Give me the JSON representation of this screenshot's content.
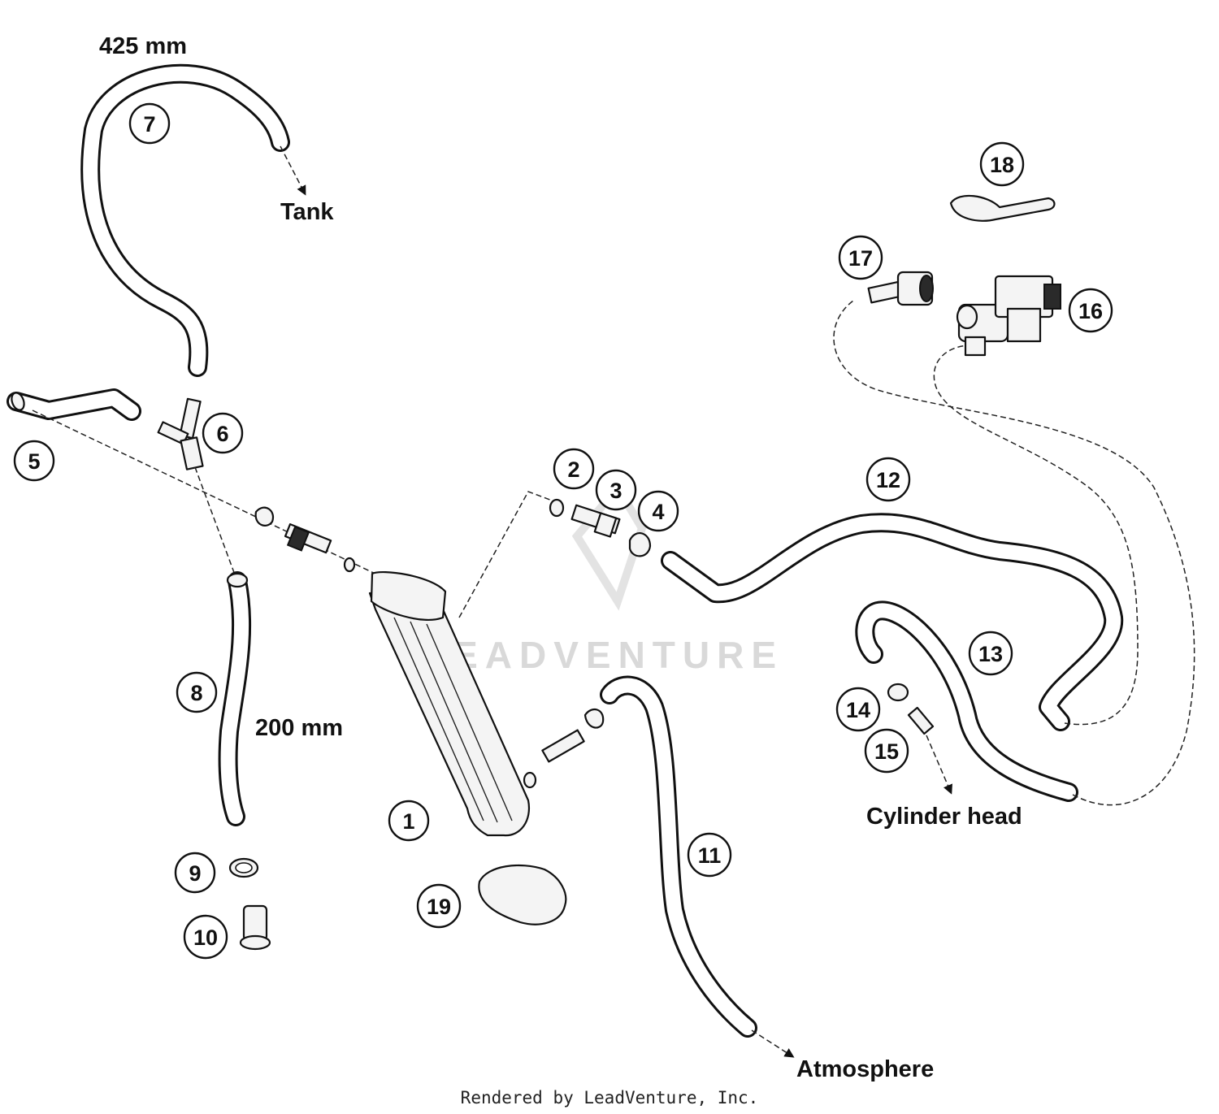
{
  "callouts": [
    "1",
    "2",
    "3",
    "4",
    "5",
    "6",
    "7",
    "8",
    "9",
    "10",
    "11",
    "12",
    "13",
    "14",
    "15",
    "16",
    "17",
    "18",
    "19"
  ],
  "labels": {
    "len_425": "425 mm",
    "tank": "Tank",
    "len_200": "200 mm",
    "cylinder_head": "Cylinder head",
    "atmosphere": "Atmosphere"
  },
  "watermark": "LEADVENTURE",
  "footer": "Rendered by LeadVenture, Inc."
}
